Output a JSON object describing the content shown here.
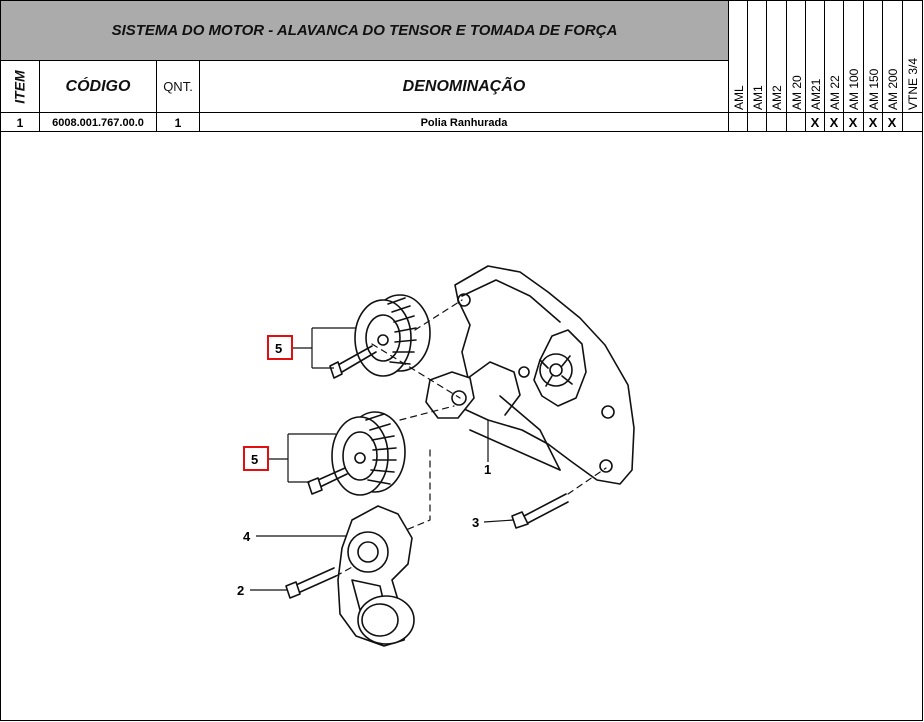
{
  "header": {
    "title": "SISTEMA DO MOTOR - ALAVANCA DO TENSOR E TOMADA DE FORÇA",
    "col_item": "ITEM",
    "col_codigo": "CÓDIGO",
    "col_qnt": "QNT.",
    "col_denominacao": "DENOMINAÇÃO",
    "models": [
      "AML",
      "AM1",
      "AM2",
      "AM 20",
      "AM21",
      "AM 22",
      "AM 100",
      "AM 150",
      "AM 200",
      "VTNE 3/4"
    ]
  },
  "rows": [
    {
      "item": "1",
      "codigo": "6008.001.767.00.0",
      "qnt": "1",
      "denominacao": "Polia Ranhurada",
      "marks": [
        "",
        "",
        "",
        "",
        "X",
        "X",
        "X",
        "X",
        "X",
        ""
      ]
    }
  ],
  "diagram": {
    "callouts": [
      "5",
      "5",
      "1",
      "4",
      "3",
      "2"
    ],
    "highlight_color": "#e01010"
  }
}
